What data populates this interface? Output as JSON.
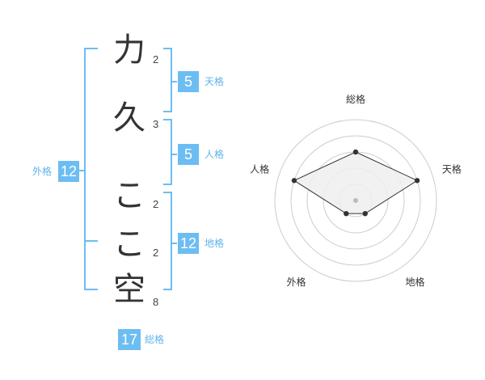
{
  "name_chars": [
    {
      "char": "力",
      "strokes": "2"
    },
    {
      "char": "久",
      "strokes": "3"
    },
    {
      "char": "こ",
      "strokes": "2"
    },
    {
      "char": "こ",
      "strokes": "2"
    },
    {
      "char": "空",
      "strokes": "8"
    }
  ],
  "kakusu": {
    "tenkaku": {
      "value": "5",
      "label": "天格"
    },
    "jinkaku": {
      "value": "5",
      "label": "人格"
    },
    "chikaku": {
      "value": "12",
      "label": "地格"
    },
    "gaikaku": {
      "value": "12",
      "label": "外格"
    },
    "soukaku": {
      "value": "17",
      "label": "総格"
    }
  },
  "chart_data": {
    "type": "radar",
    "axes": [
      "総格",
      "天格",
      "地格",
      "外格",
      "人格"
    ],
    "values": [
      3,
      4,
      1,
      1,
      4
    ],
    "rmax": 5,
    "rings": 5,
    "colors": {
      "ring": "#cccccc",
      "fill": "#eeeeee",
      "line": "#333333",
      "center": "#bbbbbb"
    }
  },
  "colors": {
    "accent": "#6cbdf2"
  }
}
